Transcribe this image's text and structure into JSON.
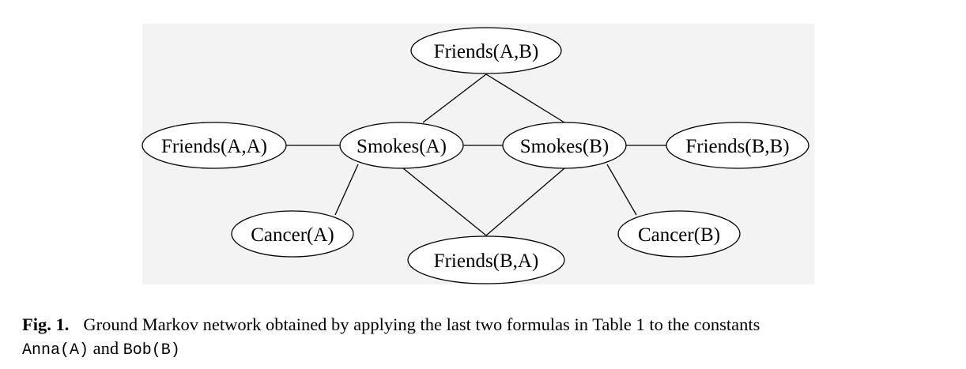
{
  "nodes": {
    "friends_ab": "Friends(A,B)",
    "friends_aa": "Friends(A,A)",
    "smokes_a": "Smokes(A)",
    "smokes_b": "Smokes(B)",
    "friends_bb": "Friends(B,B)",
    "cancer_a": "Cancer(A)",
    "friends_ba": "Friends(B,A)",
    "cancer_b": "Cancer(B)"
  },
  "caption": {
    "label": "Fig. 1.",
    "text": "Ground Markov network obtained by applying the last two formulas in Table 1 to the constants",
    "const_a": "Anna(A)",
    "and": " and ",
    "const_b": "Bob(B)"
  }
}
